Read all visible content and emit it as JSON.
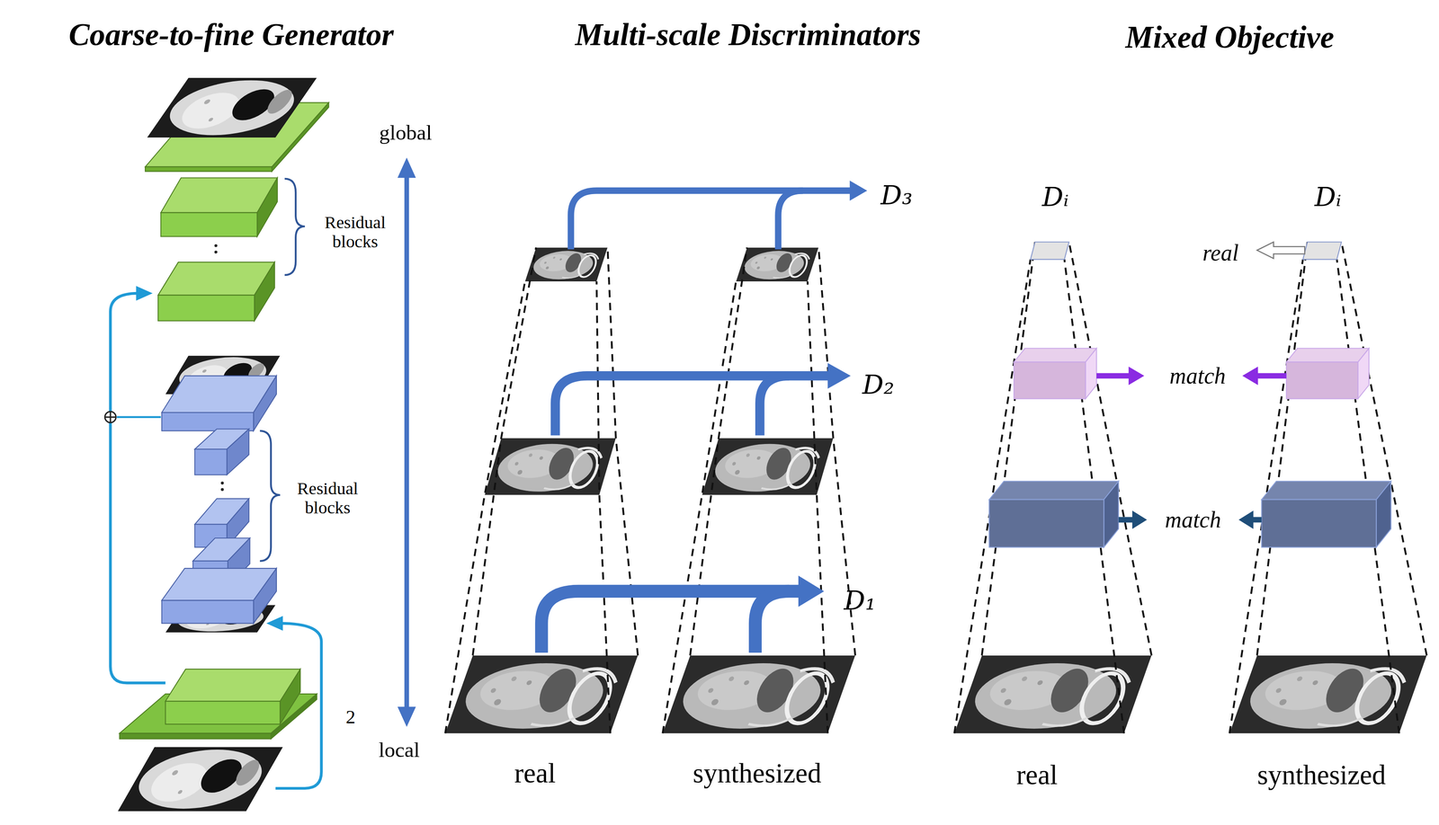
{
  "diagram": {
    "labels": [
      "Coarse-to-fine Generator",
      "Multi-scale Discriminators",
      "Mixed Objective",
      "global",
      "Residual blocks",
      "D₃",
      "Dᵢ",
      "Dᵢ",
      "real",
      "match",
      "D₂",
      "Residual blocks",
      "match",
      "D₁",
      "2",
      "local",
      "real",
      "synthesized",
      "real",
      "synthesized"
    ]
  }
}
